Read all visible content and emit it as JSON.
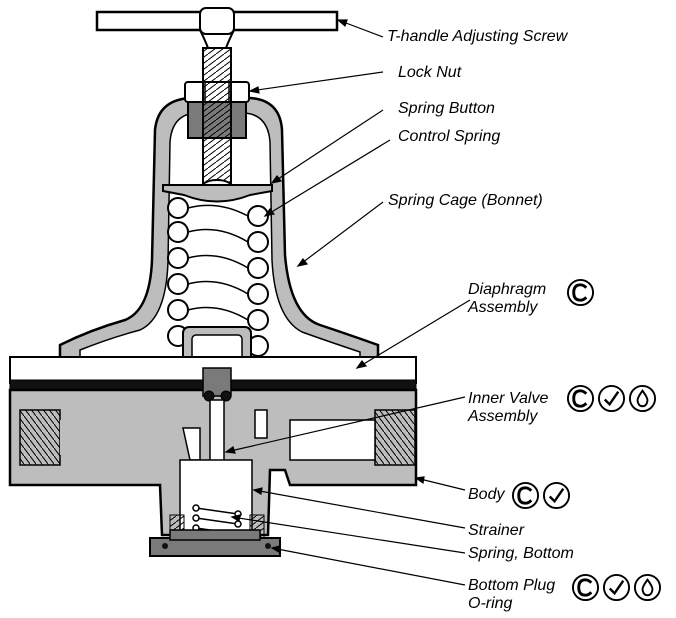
{
  "labels": {
    "t_handle": "T-handle Adjusting Screw",
    "lock_nut": "Lock Nut",
    "spring_button": "Spring Button",
    "control_spring": "Control Spring",
    "spring_cage": "Spring Cage (Bonnet)",
    "diaphragm_line1": "Diaphragm",
    "diaphragm_line2": "Assembly",
    "inner_valve_line1": "Inner Valve",
    "inner_valve_line2": "Assembly",
    "body": "Body",
    "strainer": "Strainer",
    "spring_bottom": "Spring, Bottom",
    "bottom_plug_line1": "Bottom Plug",
    "bottom_plug_line2": "O-ring"
  },
  "badge_icons": {
    "diaphragm": [
      "c-icon"
    ],
    "inner_valve": [
      "c-icon",
      "check-icon",
      "drop-icon"
    ],
    "body": [
      "c-icon",
      "check-icon"
    ],
    "bottom_plug": [
      "c-icon",
      "check-icon",
      "drop-icon"
    ]
  },
  "colors": {
    "part_gray": "#bdbdbd",
    "dark_gray": "#7a7a7a",
    "diaphragm_black": "#111111",
    "outline": "#000000",
    "background": "#ffffff"
  }
}
